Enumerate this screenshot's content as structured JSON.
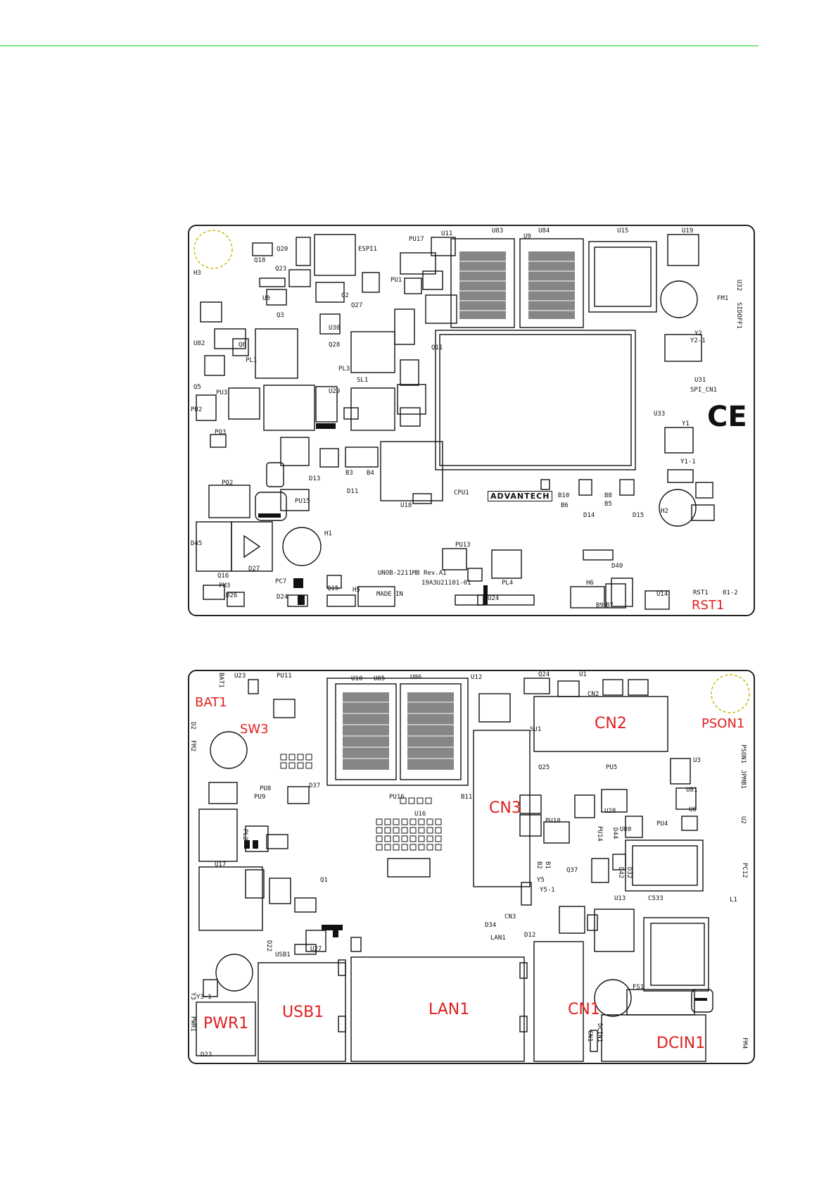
{
  "page": {
    "rule_color": "#7ee87e",
    "highlight_color": "#e02020"
  },
  "top_board": {
    "connector_labels": {
      "rst1": "RST1"
    },
    "silkscreen": {
      "h3": "H3",
      "q20": "Q20",
      "q18": "Q18",
      "espi1": "ESPI1",
      "pu17": "PU17",
      "u11": "U11",
      "u83": "U83",
      "u84": "U84",
      "u9": "U9",
      "u15": "U15",
      "u19": "U19",
      "pu1": "PU1",
      "q23": "Q23",
      "u8": "U8",
      "q2": "Q2",
      "q3": "Q3",
      "q27": "Q27",
      "u30": "U30",
      "q28": "Q28",
      "u82": "U82",
      "q6": "Q6",
      "pl1": "PL1",
      "pl3": "PL3",
      "sl1": "SL1",
      "q11": "Q11",
      "q5": "Q5",
      "pu3": "PU3",
      "u29": "U29",
      "pu2": "PU2",
      "pq3": "PQ3",
      "pq2": "PQ2",
      "d13": "D13",
      "b3": "B3",
      "b4": "B4",
      "d11": "D11",
      "u18": "U18",
      "cpu1": "CPU1",
      "pu15": "PU15",
      "d45": "D45",
      "q16": "Q16",
      "d27": "D27",
      "h1": "H1",
      "fm3": "FM3",
      "d26": "D26",
      "pc7": "PC7",
      "d24": "D24",
      "q15": "Q15",
      "h5": "H5",
      "pu13": "PU13",
      "pl4": "PL4",
      "u24": "U24",
      "h6": "H6",
      "d40": "D40",
      "b9": "B9",
      "b7": "B7",
      "u14": "U14",
      "rst1_silk": "RST1",
      "rev": "01-2",
      "b10": "B10",
      "b6": "B6",
      "b8": "B8",
      "b5": "B5",
      "d14": "D14",
      "d15": "D15",
      "h2": "H2",
      "y1": "Y1",
      "y1_1": "Y1-1",
      "u33": "U33",
      "u31": "U31",
      "spi_cn1": "SPI_CN1",
      "y2": "Y2",
      "y2_1": "Y2-1",
      "fm1": "FM1",
      "u32": "U32",
      "sidoff1": "SIDOFF1",
      "board_name": "UNOB-2211MB Rev.A1",
      "part_no": "19A3U21101-01",
      "made_in": "MADE IN"
    },
    "logo": "ADVANTECH",
    "ce_mark": "CE"
  },
  "bottom_board": {
    "connector_labels": {
      "bat1": "BAT1",
      "sw3": "SW3",
      "cn2": "CN2",
      "pson1": "PSON1",
      "cn3": "CN3",
      "pwr1": "PWR1",
      "usb1": "USB1",
      "lan1": "LAN1",
      "cn1": "CN1",
      "dcin1": "DCIN1"
    },
    "silkscreen": {
      "u23": "U23",
      "pu11": "PU11",
      "u10": "U10",
      "u85": "U85",
      "u86": "U86",
      "u12": "U12",
      "q24": "Q24",
      "u1": "U1",
      "cn2_silk": "CN2",
      "bat1_silk": "BAT1",
      "su1": "SU1",
      "fm2": "FM2",
      "d2": "D2",
      "q25": "Q25",
      "pu5": "PU5",
      "u3": "U3",
      "pson1_silk": "PSON1",
      "pu8": "PU8",
      "pu9": "PU9",
      "d37": "D37",
      "pu16": "PU16",
      "b11": "B11",
      "u81": "U81",
      "jpmb1": "JPMB1",
      "u6": "U6",
      "u28": "U28",
      "u16": "U16",
      "pl2": "PL2",
      "pu10": "PU10",
      "pu14": "PU14",
      "d44": "D44",
      "u80": "U80",
      "pu4": "PU4",
      "u2": "U2",
      "b2": "B2",
      "b1": "B1",
      "q37": "Q37",
      "y5": "Y5",
      "y5_1": "Y5-1",
      "d42": "D42",
      "d32": "D32",
      "u13": "U13",
      "c533": "C533",
      "l1": "L1",
      "pc12": "PC12",
      "u17": "U17",
      "q1": "Q1",
      "cn3_silk": "CN3",
      "d34": "D34",
      "lan1_silk": "LAN1",
      "d12": "D12",
      "d22": "D22",
      "usb1_silk": "USB1",
      "u27": "U27",
      "fs1": "FS1",
      "y3": "Y3",
      "y3_1": "Y3-1",
      "pwr1_silk": "PWR1",
      "d23": "D23",
      "cn1_silk": "CN1",
      "dcin1_silk": "DCIN1",
      "fm4": "FM4"
    }
  }
}
